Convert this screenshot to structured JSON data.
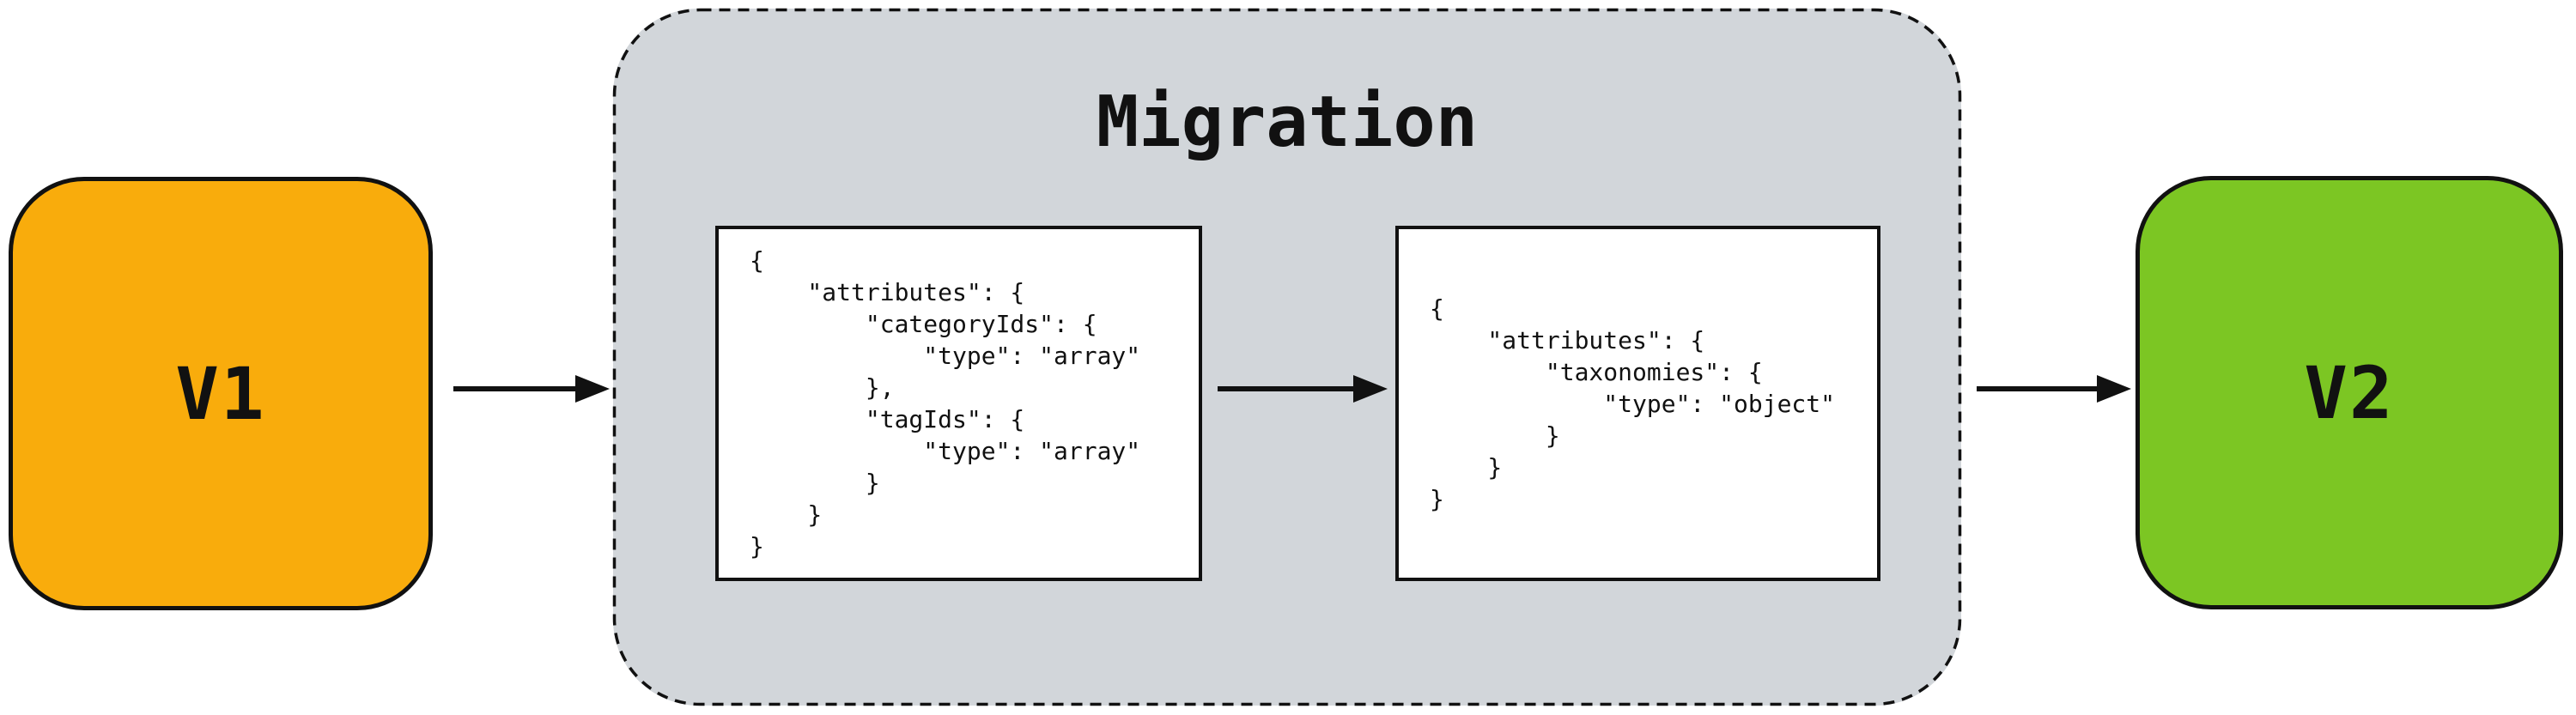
{
  "nodes": {
    "v1": {
      "label": "V1",
      "fill": "#F9AC0C"
    },
    "v2": {
      "label": "V2",
      "fill": "#7CC623"
    }
  },
  "migration": {
    "title": "Migration",
    "fill": "#D2D6DA",
    "schemas": [
      {
        "code": "{\n    \"attributes\": {\n        \"categoryIds\": {\n            \"type\": \"array\"\n        },\n        \"tagIds\": {\n            \"type\": \"array\"\n        }\n    }\n}"
      },
      {
        "code": "{\n    \"attributes\": {\n        \"taxonomies\": {\n            \"type\": \"object\"\n        }\n    }\n}"
      }
    ]
  },
  "colors": {
    "border": "#111111",
    "canvas_background": "#ffffff",
    "schema_box_background": "#ffffff"
  }
}
